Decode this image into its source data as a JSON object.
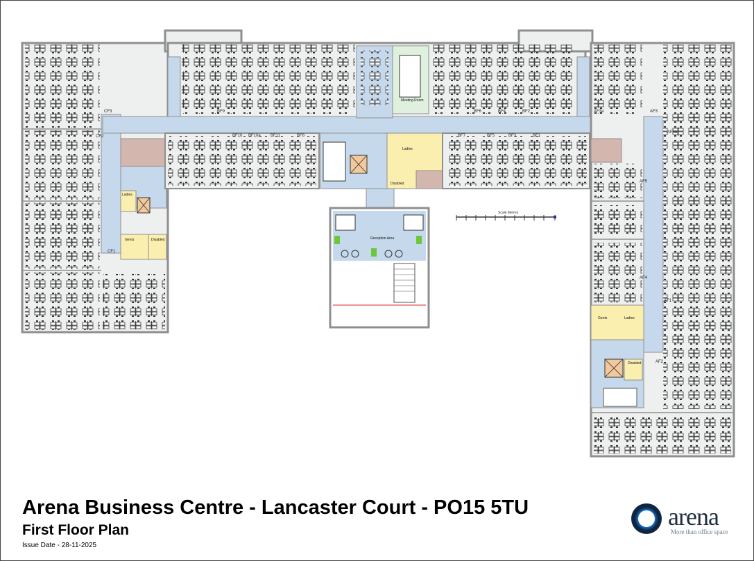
{
  "title": {
    "main": "Arena Business Centre - Lancaster Court - PO15 5TU",
    "sub": "First Floor Plan",
    "issue_date": "Issue Date - 28-11-2025"
  },
  "logo": {
    "word": "arena",
    "tagline": "More than office space",
    "icon": "ring-icon"
  },
  "colors": {
    "corridor": "#c6d9ec",
    "office": "#eeefef",
    "wall": "#8f8f8f",
    "washroom": "#fbefb0",
    "core": "#d3b6ad",
    "meeting": "#dff0df",
    "lift": "#f2c99a",
    "plant": "#6cc83a"
  },
  "rooms": {
    "meeting_room": "Meeting Room",
    "ladies_1": "Ladies",
    "disabled_1": "Disabled",
    "ladies_2": "Ladies",
    "gents_1": "Gents",
    "disabled_2": "Disabled",
    "gents_2": "Gents",
    "ladies_3": "Ladies",
    "disabled_3": "Disabled",
    "reception": "Reception Area",
    "scale": "Scale Metres"
  },
  "suites": {
    "cf1": "CF1",
    "cf2": "CF2",
    "cf3": "CF3",
    "bf1": "BF1",
    "bf2": "BF2",
    "bf3": "BF3",
    "bf4": "BF4",
    "bf5": "BF5",
    "bf6": "BF6",
    "bf7": "BF7",
    "bf8": "BF8",
    "bf9": "BF9",
    "bf10": "BF10",
    "bf10a": "BF10a",
    "bf11": "BF11",
    "af1": "AF1",
    "af2": "AF2",
    "af3": "AF3",
    "af4": "AF4",
    "af5": "AF5",
    "af3a": "AF3a",
    "af3b": "AF3b"
  }
}
